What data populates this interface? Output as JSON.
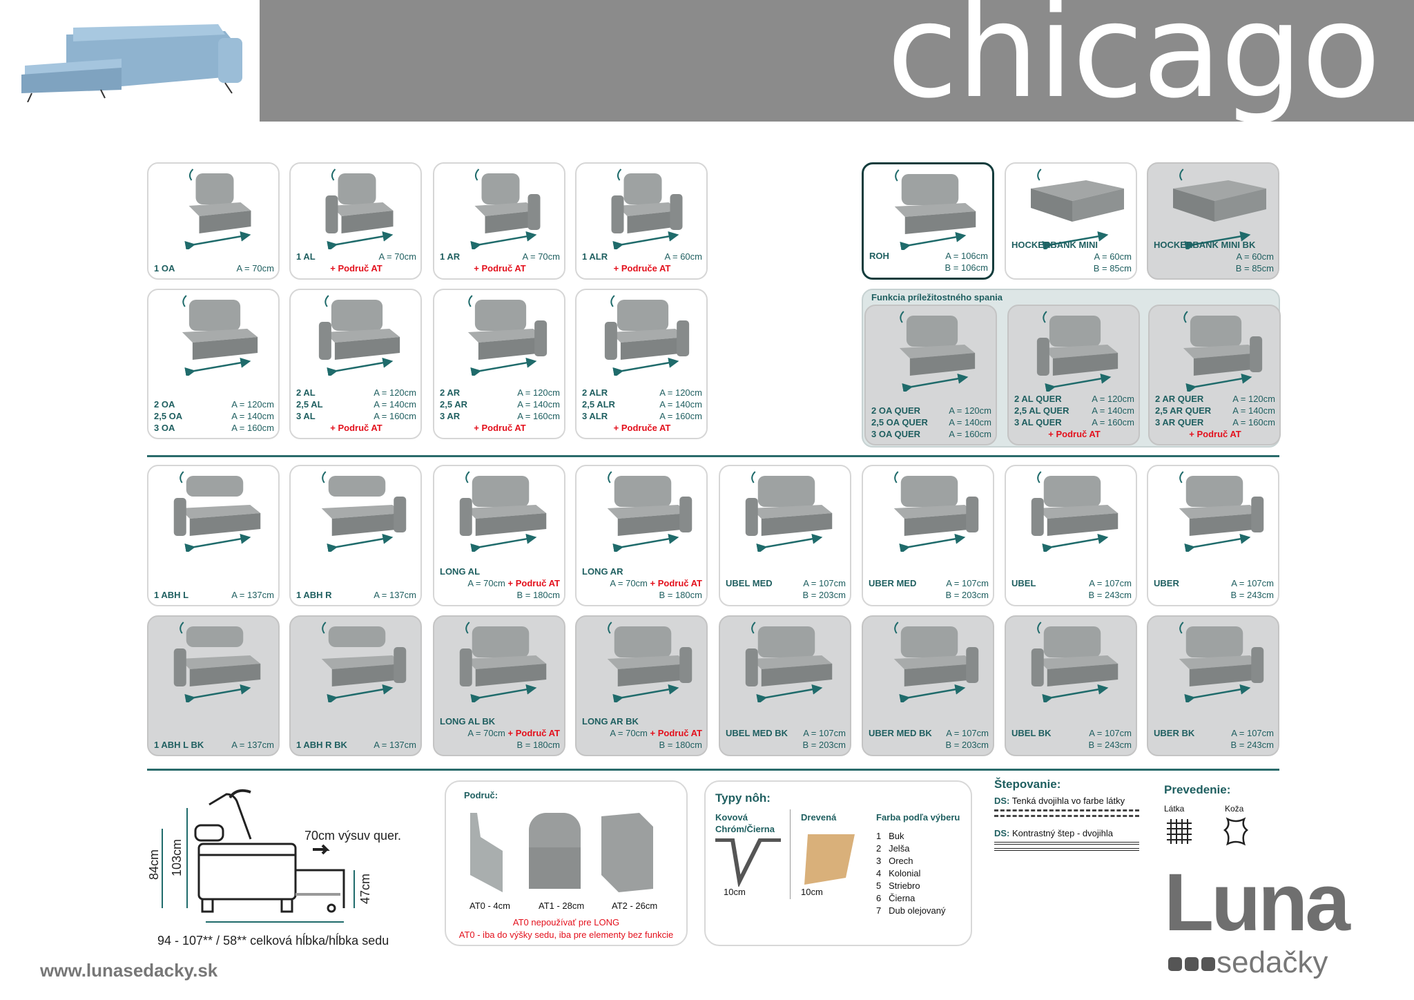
{
  "header": {
    "title": "chicago"
  },
  "colors": {
    "teal": "#1f5f60",
    "red": "#e3101c",
    "header_gray": "#8b8b8b",
    "bk_gray": "#d5d6d7"
  },
  "rows": [
    {
      "cards": [
        {
          "kind": "chair",
          "bk": false,
          "lines": [
            {
              "l": "1 OA",
              "v": "A = 70cm"
            }
          ]
        },
        {
          "kind": "chairL",
          "bk": false,
          "lines": [
            {
              "l": "1 AL",
              "v": "A = 70cm"
            }
          ],
          "extra": "+ Područ AT"
        },
        {
          "kind": "chairR",
          "bk": false,
          "lines": [
            {
              "l": "1 AR",
              "v": "A = 70cm"
            }
          ],
          "extra": "+ Područ AT"
        },
        {
          "kind": "chairLR",
          "bk": false,
          "lines": [
            {
              "l": "1 ALR",
              "v": "A = 60cm"
            }
          ],
          "extra": "+ Područe AT"
        }
      ]
    },
    {
      "cards": [
        {
          "kind": "sofa",
          "bk": false,
          "lines": [
            {
              "l": "2 OA",
              "v": "A = 120cm"
            },
            {
              "l": "2,5 OA",
              "v": "A = 140cm"
            },
            {
              "l": "3 OA",
              "v": "A = 160cm"
            }
          ]
        },
        {
          "kind": "sofaL",
          "bk": false,
          "lines": [
            {
              "l": "2 AL",
              "v": "A = 120cm"
            },
            {
              "l": "2,5 AL",
              "v": "A = 140cm"
            },
            {
              "l": "3 AL",
              "v": "A = 160cm"
            }
          ],
          "extra": "+ Područ AT"
        },
        {
          "kind": "sofaR",
          "bk": false,
          "lines": [
            {
              "l": "2 AR",
              "v": "A = 120cm"
            },
            {
              "l": "2,5 AR",
              "v": "A = 140cm"
            },
            {
              "l": "3 AR",
              "v": "A = 160cm"
            }
          ],
          "extra": "+ Područ AT"
        },
        {
          "kind": "sofaLR",
          "bk": false,
          "lines": [
            {
              "l": "2 ALR",
              "v": "A = 120cm"
            },
            {
              "l": "2,5 ALR",
              "v": "A = 140cm"
            },
            {
              "l": "3 ALR",
              "v": "A = 160cm"
            }
          ],
          "extra": "+ Područe AT"
        }
      ]
    },
    {
      "cards": [
        {
          "kind": "roh",
          "bk": false,
          "sel": true,
          "lines": [
            {
              "l": "ROH",
              "v": "A = 106cm"
            },
            {
              "l": "",
              "v": "B = 106cm"
            }
          ]
        },
        {
          "kind": "ottoman",
          "bk": false,
          "lines": [
            {
              "l": "HOCKERBANK MINI",
              "v": ""
            },
            {
              "l": "",
              "v": "A = 60cm"
            },
            {
              "l": "",
              "v": "B = 85cm"
            }
          ]
        },
        {
          "kind": "ottoman",
          "bk": true,
          "lines": [
            {
              "l": "HOCKERBANK MINI BK",
              "v": ""
            },
            {
              "l": "",
              "v": "A = 60cm"
            },
            {
              "l": "",
              "v": "B = 85cm"
            }
          ]
        }
      ]
    },
    {
      "title": "Funkcia príležitostného spania",
      "cards": [
        {
          "kind": "bed",
          "bk": true,
          "lines": [
            {
              "l": "2 OA QUER",
              "v": "A = 120cm"
            },
            {
              "l": "2,5 OA QUER",
              "v": "A = 140cm"
            },
            {
              "l": "3 OA QUER",
              "v": "A = 160cm"
            }
          ]
        },
        {
          "kind": "bedL",
          "bk": true,
          "lines": [
            {
              "l": "2 AL QUER",
              "v": "A = 120cm"
            },
            {
              "l": "2,5 AL QUER",
              "v": "A = 140cm"
            },
            {
              "l": "3 AL QUER",
              "v": "A = 160cm"
            }
          ],
          "extra": "+ Područ AT"
        },
        {
          "kind": "bedR",
          "bk": true,
          "lines": [
            {
              "l": "2 AR QUER",
              "v": "A = 120cm"
            },
            {
              "l": "2,5 AR QUER",
              "v": "A = 140cm"
            },
            {
              "l": "3 AR QUER",
              "v": "A = 160cm"
            }
          ],
          "extra": "+ Područ AT"
        }
      ]
    },
    {
      "cards": [
        {
          "kind": "abhL",
          "bk": false,
          "lines": [
            {
              "l": "1 ABH L",
              "v": "A = 137cm"
            }
          ]
        },
        {
          "kind": "abhR",
          "bk": false,
          "lines": [
            {
              "l": "1 ABH R",
              "v": "A = 137cm"
            }
          ]
        },
        {
          "kind": "longL",
          "bk": false,
          "lines": [
            {
              "l": "LONG AL",
              "v": ""
            },
            {
              "l": "",
              "v": "A = 70cm",
              "r": "+ Područ AT"
            },
            {
              "l": "",
              "v": "B = 180cm"
            }
          ]
        },
        {
          "kind": "longR",
          "bk": false,
          "lines": [
            {
              "l": "LONG AR",
              "v": ""
            },
            {
              "l": "",
              "v": "A = 70cm",
              "r": "+ Područ AT"
            },
            {
              "l": "",
              "v": "B = 180cm"
            }
          ]
        },
        {
          "kind": "cornerL",
          "bk": false,
          "lines": [
            {
              "l": "UBEL MED",
              "v": "A = 107cm"
            },
            {
              "l": "",
              "v": "B = 203cm"
            }
          ]
        },
        {
          "kind": "cornerR",
          "bk": false,
          "lines": [
            {
              "l": "UBER MED",
              "v": "A = 107cm"
            },
            {
              "l": "",
              "v": "B = 203cm"
            }
          ]
        },
        {
          "kind": "cornerL",
          "bk": false,
          "lines": [
            {
              "l": "UBEL",
              "v": "A = 107cm"
            },
            {
              "l": "",
              "v": "B = 243cm"
            }
          ]
        },
        {
          "kind": "cornerR",
          "bk": false,
          "lines": [
            {
              "l": "UBER",
              "v": "A = 107cm"
            },
            {
              "l": "",
              "v": "B = 243cm"
            }
          ]
        }
      ]
    },
    {
      "cards": [
        {
          "kind": "abhL",
          "bk": true,
          "lines": [
            {
              "l": "1 ABH L BK",
              "v": "A = 137cm"
            }
          ]
        },
        {
          "kind": "abhR",
          "bk": true,
          "lines": [
            {
              "l": "1 ABH R BK",
              "v": "A = 137cm"
            }
          ]
        },
        {
          "kind": "longL",
          "bk": true,
          "lines": [
            {
              "l": "LONG AL BK",
              "v": ""
            },
            {
              "l": "",
              "v": "A = 70cm",
              "r": "+ Područ AT"
            },
            {
              "l": "",
              "v": "B = 180cm"
            }
          ]
        },
        {
          "kind": "longR",
          "bk": true,
          "lines": [
            {
              "l": "LONG AR BK",
              "v": ""
            },
            {
              "l": "",
              "v": "A = 70cm",
              "r": "+ Područ AT"
            },
            {
              "l": "",
              "v": "B = 180cm"
            }
          ]
        },
        {
          "kind": "cornerL",
          "bk": true,
          "lines": [
            {
              "l": "UBEL MED BK",
              "v": "A = 107cm"
            },
            {
              "l": "",
              "v": "B = 203cm"
            }
          ]
        },
        {
          "kind": "cornerR",
          "bk": true,
          "lines": [
            {
              "l": "UBER MED BK",
              "v": "A = 107cm"
            },
            {
              "l": "",
              "v": "B = 203cm"
            }
          ]
        },
        {
          "kind": "cornerL",
          "bk": true,
          "lines": [
            {
              "l": "UBEL BK",
              "v": "A = 107cm"
            },
            {
              "l": "",
              "v": "B = 243cm"
            }
          ]
        },
        {
          "kind": "cornerR",
          "bk": true,
          "lines": [
            {
              "l": "UBER BK",
              "v": "A = 107cm"
            },
            {
              "l": "",
              "v": "B = 243cm"
            }
          ]
        }
      ]
    }
  ],
  "dimensions": {
    "h1": "84cm",
    "h2": "103cm",
    "h3": "47cm",
    "pullout": "70cm výsuv quer.",
    "depth": "94 - 107** / 58** celková hĺbka/hĺbka sedu"
  },
  "armrests": {
    "title": "Područ:",
    "items": [
      "AT0 - 4cm",
      "AT1 - 28cm",
      "AT2 - 26cm"
    ],
    "note1": "AT0 nepoužívať pre LONG",
    "note2": "AT0 - iba do výšky sedu, iba pre elementy bez funkcie"
  },
  "legs": {
    "title": "Typy nôh:",
    "metal": {
      "label1": "Kovová",
      "label2": "Chróm/Čierna",
      "size": "10cm"
    },
    "wood": {
      "label": "Drevená",
      "size": "10cm"
    },
    "colors_title": "Farba podľa výberu",
    "colors": [
      {
        "n": "1",
        "t": "Buk"
      },
      {
        "n": "2",
        "t": "Jelša"
      },
      {
        "n": "3",
        "t": "Orech"
      },
      {
        "n": "4",
        "t": "Kolonial"
      },
      {
        "n": "5",
        "t": "Striebro"
      },
      {
        "n": "6",
        "t": "Čierna"
      },
      {
        "n": "7",
        "t": "Dub olejovaný"
      }
    ]
  },
  "stitching": {
    "title": "Štepovanie:",
    "s1_code": "DS:",
    "s1": "Tenká dvojihla vo farbe látky",
    "s2_code": "DS:",
    "s2": "Kontrastný štep - dvojihla"
  },
  "finish": {
    "title": "Prevedenie:",
    "fabric": "Látka",
    "leather": "Koža"
  },
  "logo": {
    "brand": "Luna",
    "sub": "sedačky"
  },
  "website": "www.lunasedacky.sk"
}
